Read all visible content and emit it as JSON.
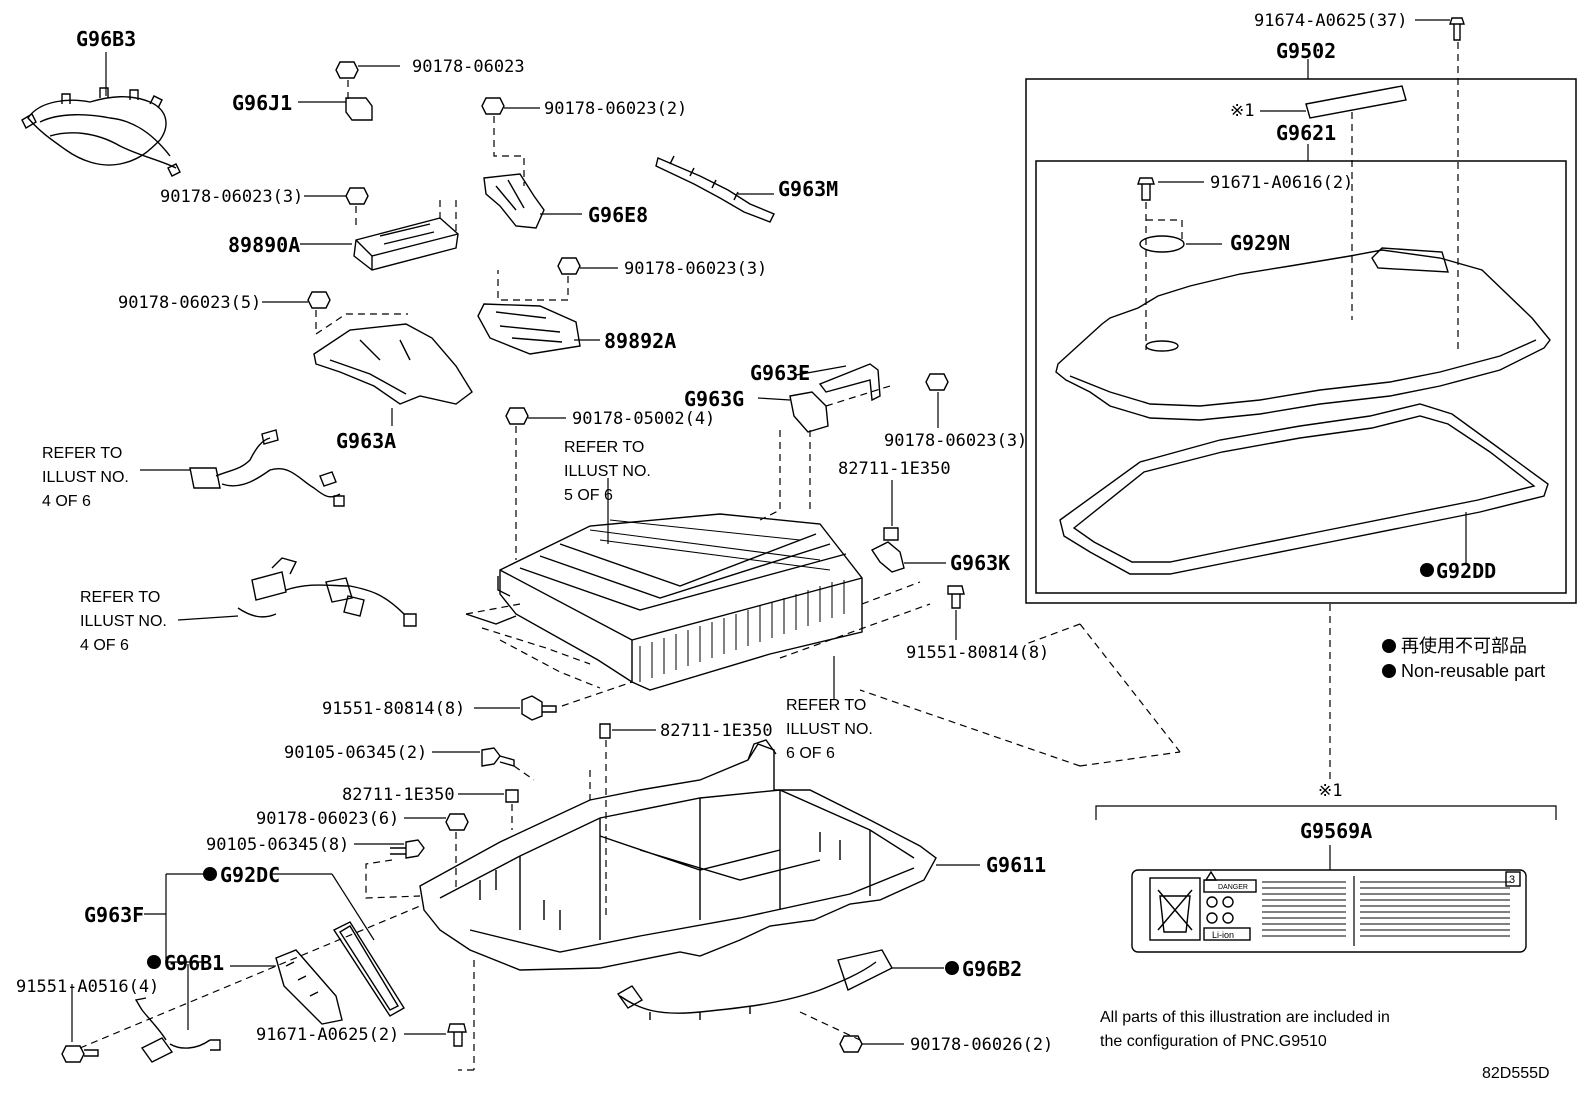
{
  "labels": {
    "g96b3": "G96B3",
    "p_90178_06023_a": "90178-06023",
    "g96j1": "G96J1",
    "p_90178_06023_2": "90178-06023(2)",
    "p_90178_06023_3a": "90178-06023(3)",
    "g96e8": "G96E8",
    "g963m": "G963M",
    "p_89890a": "89890A",
    "p_90178_06023_3b": "90178-06023(3)",
    "p_90178_06023_5": "90178-06023(5)",
    "p_89892a": "89892A",
    "g963a": "G963A",
    "g963e": "G963E",
    "g963g": "G963G",
    "p_90178_05002_4": "90178-05002(4)",
    "p_90178_06023_3c": "90178-06023(3)",
    "p_82711_1e350_a": "82711-1E350",
    "g963k": "G963K",
    "p_91551_80814_8a": "91551-80814(8)",
    "p_91551_80814_8b": "91551-80814(8)",
    "p_82711_1e350_b": "82711-1E350",
    "p_90105_06345_2": "90105-06345(2)",
    "p_82711_1e350_c": "82711-1E350",
    "p_90178_06023_6": "90178-06023(6)",
    "p_90105_06345_8": "90105-06345(8)",
    "g92dc": "G92DC",
    "g963f": "G963F",
    "g96b1": "G96B1",
    "p_91551_a0516_4": "91551-A0516(4)",
    "p_91671_a0625_2": "91671-A0625(2)",
    "g9611": "G9611",
    "g96b2": "G96B2",
    "p_90178_06026_2": "90178-06026(2)",
    "p_91674_a0625_37": "91674-A0625(37)",
    "g9502": "G9502",
    "mark1": "※1",
    "g9621": "G9621",
    "p_91671_a0616_2": "91671-A0616(2)",
    "g929n": "G929N",
    "g92dd": "G92DD",
    "mark1b": "※1",
    "g9569a": "G9569A"
  },
  "refer_notes": [
    {
      "line1": "REFER TO",
      "line2": "ILLUST NO.",
      "line3": "4 OF 6"
    },
    {
      "line1": "REFER TO",
      "line2": "ILLUST NO.",
      "line3": "4 OF 6"
    },
    {
      "line1": "REFER TO",
      "line2": "ILLUST NO.",
      "line3": "5 OF 6"
    },
    {
      "line1": "REFER TO",
      "line2": "ILLUST NO.",
      "line3": "6 OF 6"
    }
  ],
  "legend": {
    "jp": "再使用不可部品",
    "en": "Non-reusable part"
  },
  "footnote": {
    "line1": "All parts of this illustration are included in",
    "line2": "the configuration of PNC.G9510"
  },
  "label_plate": {
    "danger": "DANGER",
    "liion": "Li-ion",
    "page_num": "3"
  },
  "drawing_id": "82D555D"
}
